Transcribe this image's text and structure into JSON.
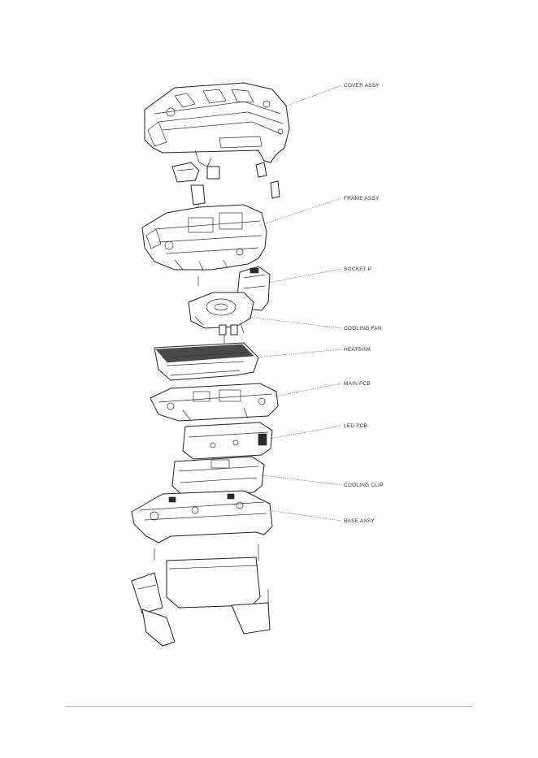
{
  "callouts": [
    {
      "label": "COVER ASSY"
    },
    {
      "label": "FRAME ASSY"
    },
    {
      "label": "SOCKET P"
    },
    {
      "label": "COOLING FAN"
    },
    {
      "label": "HEATSINK"
    },
    {
      "label": "MAIN PCB"
    },
    {
      "label": "LED PCB"
    },
    {
      "label": "COOLING CLIP"
    },
    {
      "label": "BASE ASSY"
    }
  ]
}
